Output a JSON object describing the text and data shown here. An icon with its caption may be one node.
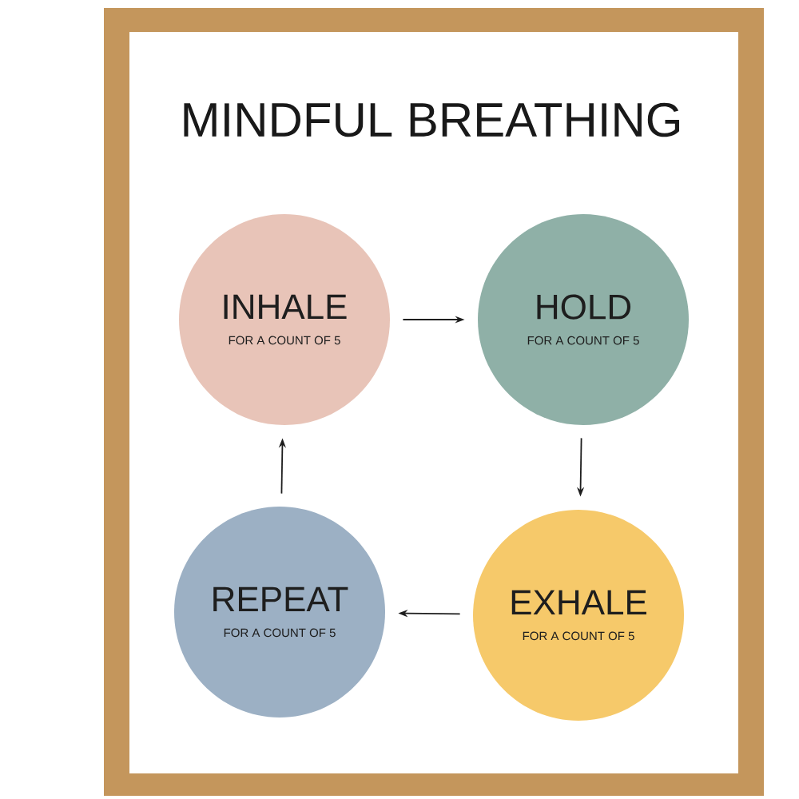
{
  "diagram": {
    "title": "MINDFUL BREATHING",
    "nodes": [
      {
        "text": [
          "INHALE",
          "FOR A COUNT OF 5"
        ]
      },
      {
        "text": [
          "HOLD",
          "FOR A COUNT OF 5"
        ]
      },
      {
        "text": [
          "REPEAT",
          "FOR A COUNT OF 5"
        ]
      },
      {
        "text": [
          "EXHALE",
          "FOR A COUNT OF 5"
        ]
      }
    ],
    "edges": [
      {
        "from": 0,
        "to": 1,
        "arrow": "to"
      },
      {
        "from": 1,
        "to": 3,
        "arrow": "to"
      },
      {
        "from": 3,
        "to": 2,
        "arrow": "to"
      },
      {
        "from": 2,
        "to": 0,
        "arrow": "to"
      }
    ]
  }
}
